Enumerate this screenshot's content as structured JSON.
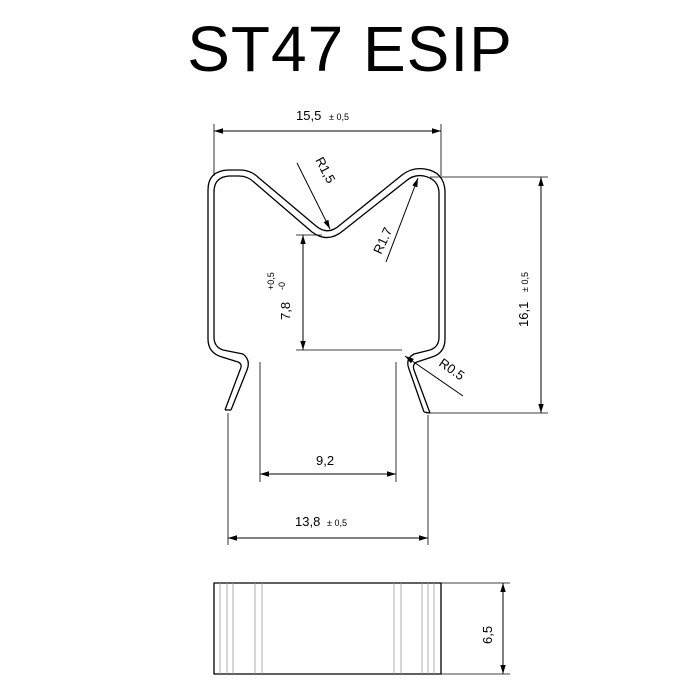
{
  "title": "ST47 ESIP",
  "dimensions": {
    "top_width": "15,5",
    "top_width_tol": "± 0,5",
    "r15": "R1,5",
    "r17": "R1.7",
    "r05": "R0.5",
    "inner_height": "7,8",
    "inner_height_tol_plus": "+0,5",
    "inner_height_tol_minus": "-0",
    "height": "16,1",
    "height_tol": "± 0,5",
    "inner_width": "9,2",
    "bottom_width": "13,8",
    "bottom_width_tol": "± 0,5",
    "depth": "6,5"
  }
}
